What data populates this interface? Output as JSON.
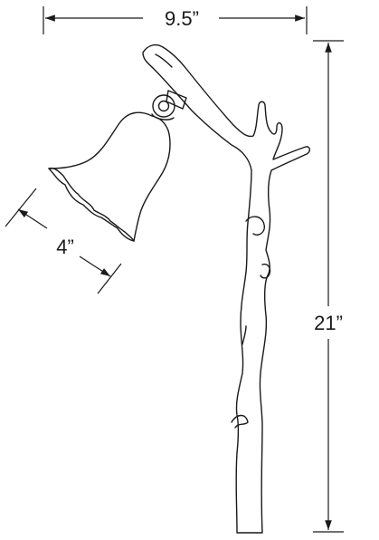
{
  "dimensions": {
    "width_label": "9.5”",
    "height_label": "21”",
    "shade_label": "4”"
  },
  "colors": {
    "ink": "#1a1a1a",
    "background": "#ffffff"
  }
}
